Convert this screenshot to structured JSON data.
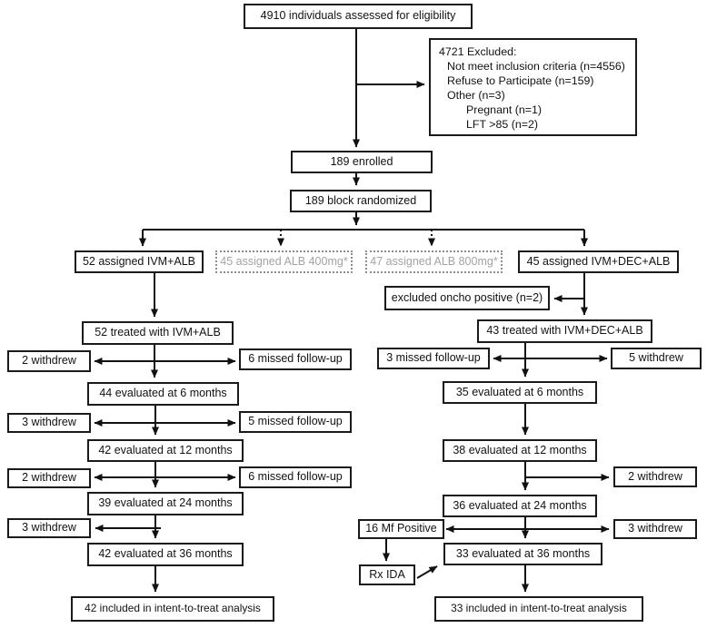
{
  "diagram": {
    "eligibility": "4910 individuals assessed for eligibility",
    "excluded": {
      "lines": [
        "4721 Excluded:",
        "Not meet inclusion criteria (n=4556)",
        "Refuse to Participate (n=159)",
        "Other (n=3)",
        "Pregnant (n=1)",
        "LFT >85 (n=2)"
      ]
    },
    "enrolled": "189 enrolled",
    "randomized": "189 block randomized",
    "arms": {
      "ivm_alb": "52 assigned IVM+ALB",
      "alb400": "45 assigned ALB 400mg*",
      "alb800": "47 assigned ALB 800mg*",
      "ivm_dec_alb": "45 assigned IVM+DEC+ALB"
    },
    "oncho_excluded": "excluded oncho positive (n=2)",
    "left": {
      "treated": "52 treated with IVM+ALB",
      "withdrew_6": "2 withdrew",
      "missed_6": "6 missed follow-up",
      "eval_6": "44 evaluated at 6 months",
      "withdrew_12": "3 withdrew",
      "missed_12": "5 missed follow-up",
      "eval_12": "42 evaluated at 12 months",
      "withdrew_24": "2 withdrew",
      "missed_24": "6 missed follow-up",
      "eval_24": "39 evaluated at 24 months",
      "withdrew_36": "3 withdrew",
      "eval_36": "42 evaluated at 36 months",
      "itt": "42 included in intent-to-treat analysis"
    },
    "right": {
      "treated": "43 treated with IVM+DEC+ALB",
      "missed_6": "3 missed follow-up",
      "withdrew_6": "5 withdrew",
      "eval_6": "35 evaluated at 6 months",
      "eval_12": "38 evaluated at 12 months",
      "withdrew_24": "2 withdrew",
      "eval_24": "36 evaluated at 24 months",
      "mf_positive": "16 Mf Positive",
      "withdrew_36": "3 withdrew",
      "eval_36": "33 evaluated at 36 months",
      "rx_ida": "Rx IDA",
      "itt": "33 included in intent-to-treat analysis"
    },
    "colors": {
      "box_border": "#1a1a1a",
      "arrow": "#111111",
      "inactive_border": "#8d8d8d",
      "inactive_text": "#a3a3a3",
      "background": "#ffffff"
    }
  }
}
